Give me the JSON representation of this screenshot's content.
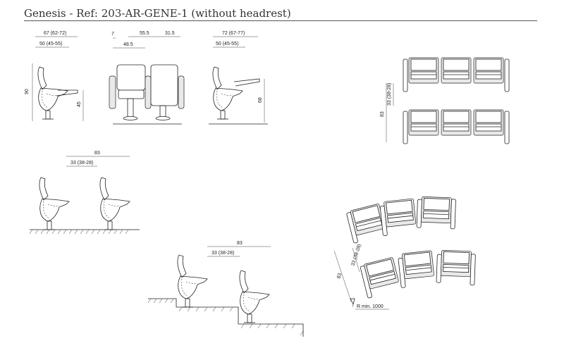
{
  "title": "Genesis - Ref: 203-AR-GENE-1 (without headrest)",
  "dims": {
    "side1_depth_open": "67 (62-72)",
    "side1_depth_closed": "50 (45-55)",
    "side1_total_height": "90",
    "side1_seat_height": "45",
    "front_arm": "7",
    "front_seat_width": "55.5",
    "front_side": "31.5",
    "front_width": "48.5",
    "side2_depth_open": "72 (67-77)",
    "side2_depth_closed": "50 (45-55)",
    "side2_tablet_height": "68",
    "plan_row_pitch": "83",
    "plan_seat_depth": "33 (38-28)",
    "rows_flat_pitch": "83",
    "rows_flat_depth": "33 (38-28)",
    "rows_step_pitch": "83",
    "rows_step_depth": "33 (38-28)",
    "curve_pitch": "83",
    "curve_depth": "33 (38-28)",
    "curve_radius": "R min. 1000"
  }
}
